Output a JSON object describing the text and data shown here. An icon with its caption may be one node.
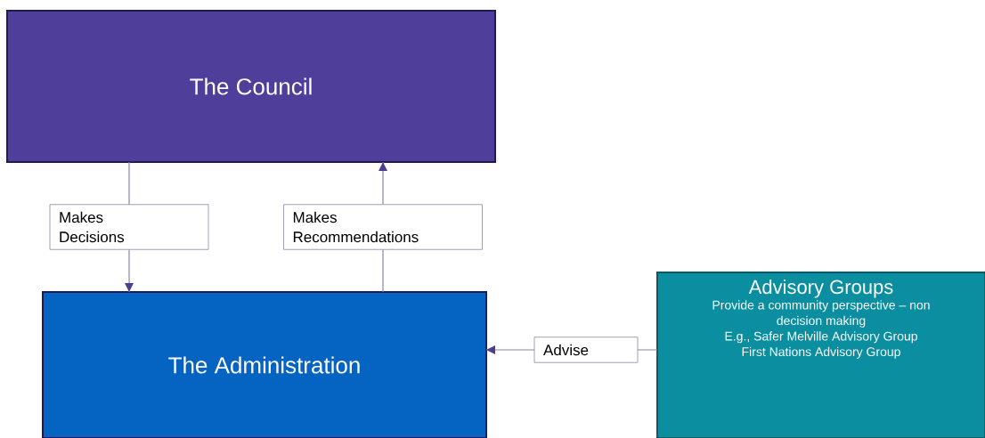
{
  "diagram": {
    "nodes": [
      {
        "text": [
          "The Council"
        ]
      },
      {
        "text": [
          "The Administration"
        ]
      },
      {
        "text": [
          "Advisory Groups",
          "Provide a community perspective – non decision making",
          "E.g., Safer Melville Advisory Group",
          "First Nations Advisory Group"
        ]
      }
    ],
    "edges": [
      {
        "from": 0,
        "to": 1,
        "arrow": "to",
        "label": "Makes Decisions"
      },
      {
        "from": 1,
        "to": 0,
        "arrow": "to",
        "label": "Makes Recommendations"
      },
      {
        "from": 2,
        "to": 1,
        "arrow": "to",
        "label": "Advise"
      }
    ]
  }
}
